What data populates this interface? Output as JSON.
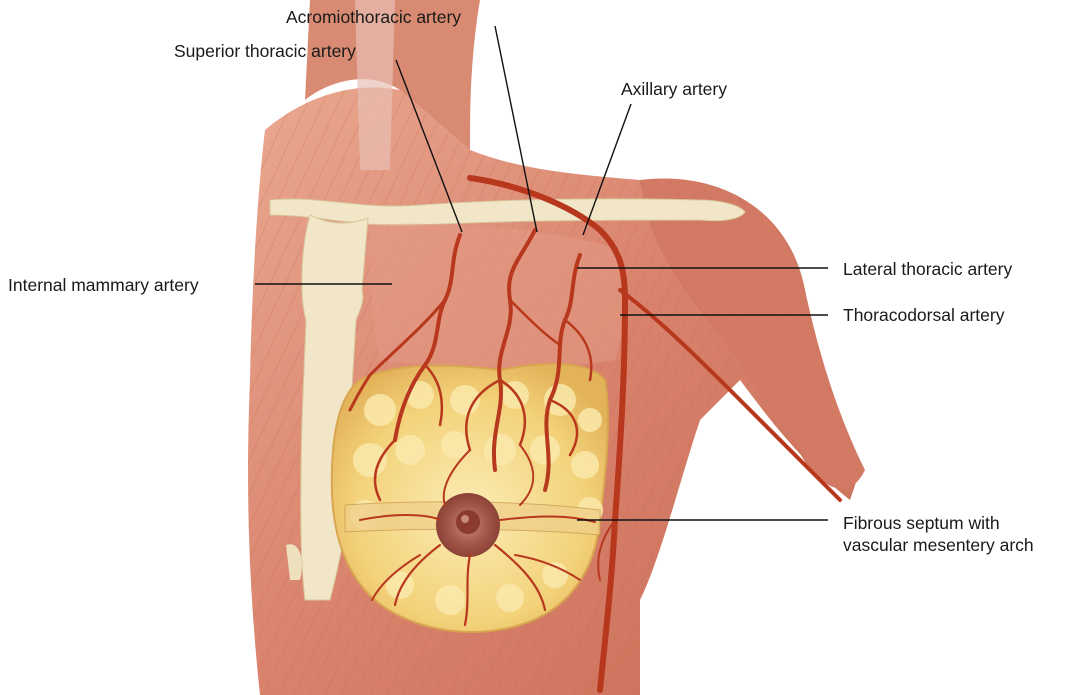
{
  "labels": {
    "acromiothoracic": "Acromiothoracic artery",
    "superior_thoracic": "Superior thoracic artery",
    "axillary": "Axillary artery",
    "internal_mammary": "Internal mammary artery",
    "lateral_thoracic": "Lateral thoracic artery",
    "thoracodorsal": "Thoracodorsal artery",
    "fibrous_septum_line1": "Fibrous septum with",
    "fibrous_septum_line2": "vascular mesentery arch"
  },
  "colors": {
    "muscle": "#d9836c",
    "muscle_dark": "#b85a45",
    "muscle_light": "#f0b8a4",
    "bone": "#f1e6c8",
    "gland": "#f3d27a",
    "gland_light": "#fbecb4",
    "artery": "#b8381e",
    "areola": "#a4584a",
    "leader": "#111111"
  }
}
